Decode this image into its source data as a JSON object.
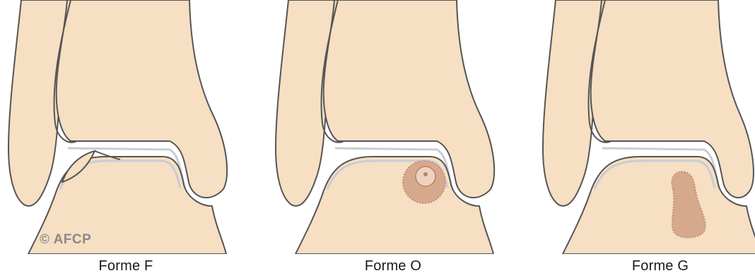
{
  "figure": {
    "copyright": "© AFCP",
    "panels": [
      {
        "id": "F",
        "caption": "Forme F",
        "lesion": "fragment-icon"
      },
      {
        "id": "O",
        "caption": "Forme O",
        "lesion": "round-cyst-icon"
      },
      {
        "id": "G",
        "caption": "Forme G",
        "lesion": "elongated-lesion-icon"
      }
    ]
  },
  "colors": {
    "bone": "#f6dfc2",
    "outline": "#555555",
    "cartilage": "#c9ccd4",
    "lesion": "#d6a98c",
    "caption_text": "#1a1a1a",
    "copyright_text": "#8a8a8a"
  }
}
